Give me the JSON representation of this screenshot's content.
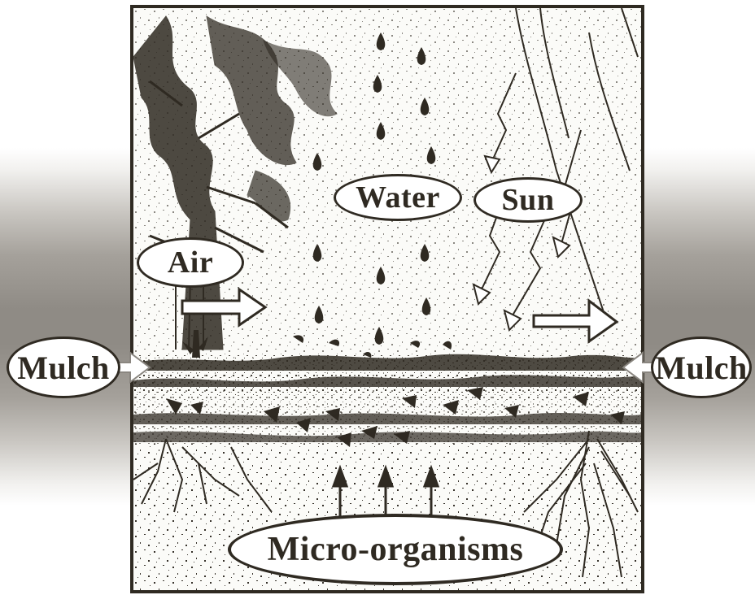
{
  "labels": {
    "water": "Water",
    "sun": "Sun",
    "air": "Air",
    "mulch_left": "Mulch",
    "mulch_right": "Mulch",
    "micro": "Micro-organisms"
  },
  "colors": {
    "ink": "#2f2a22",
    "paper": "#fbfbf8",
    "band": "#8f8b85"
  },
  "icons": [
    "water-drop-icon",
    "lightning-sun-ray-icon",
    "air-arrow-icon",
    "up-arrow-icon",
    "tree-icon",
    "root-icon"
  ]
}
